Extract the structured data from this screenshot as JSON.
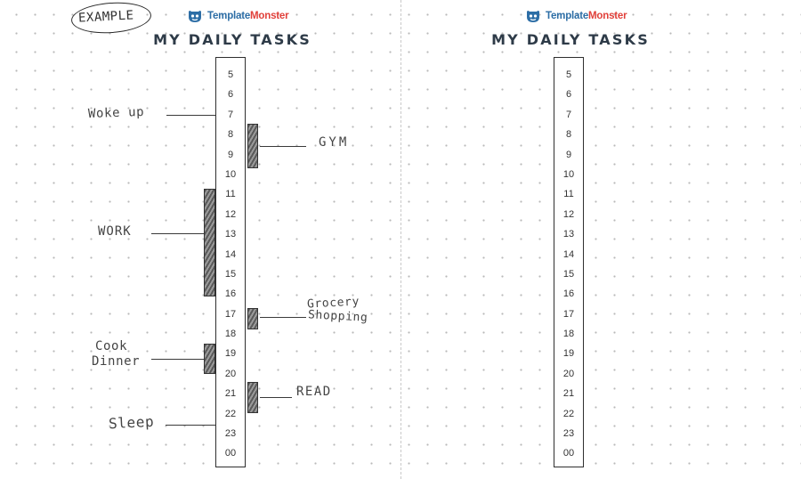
{
  "example_label": "EXAMPLE",
  "brand": {
    "part1": "Template",
    "part2": "Monster",
    "icon": "template-monster-logo-icon"
  },
  "title": "MY DAILY TASKS",
  "hours": [
    "5",
    "6",
    "7",
    "8",
    "9",
    "10",
    "11",
    "12",
    "13",
    "14",
    "15",
    "16",
    "17",
    "18",
    "19",
    "20",
    "21",
    "22",
    "23",
    "00"
  ],
  "annotations": {
    "woke_up": "Woke up",
    "gym": "GYM",
    "work": "WORK",
    "grocery_line1": "Grocery",
    "grocery_line2": "Shopping",
    "cook_line1": "Cook",
    "cook_line2": "Dinner",
    "read": "READ",
    "sleep": "Sleep"
  },
  "colors": {
    "brand_blue": "#2d6ea6",
    "brand_red": "#e1403a",
    "title": "#2e3b48"
  }
}
